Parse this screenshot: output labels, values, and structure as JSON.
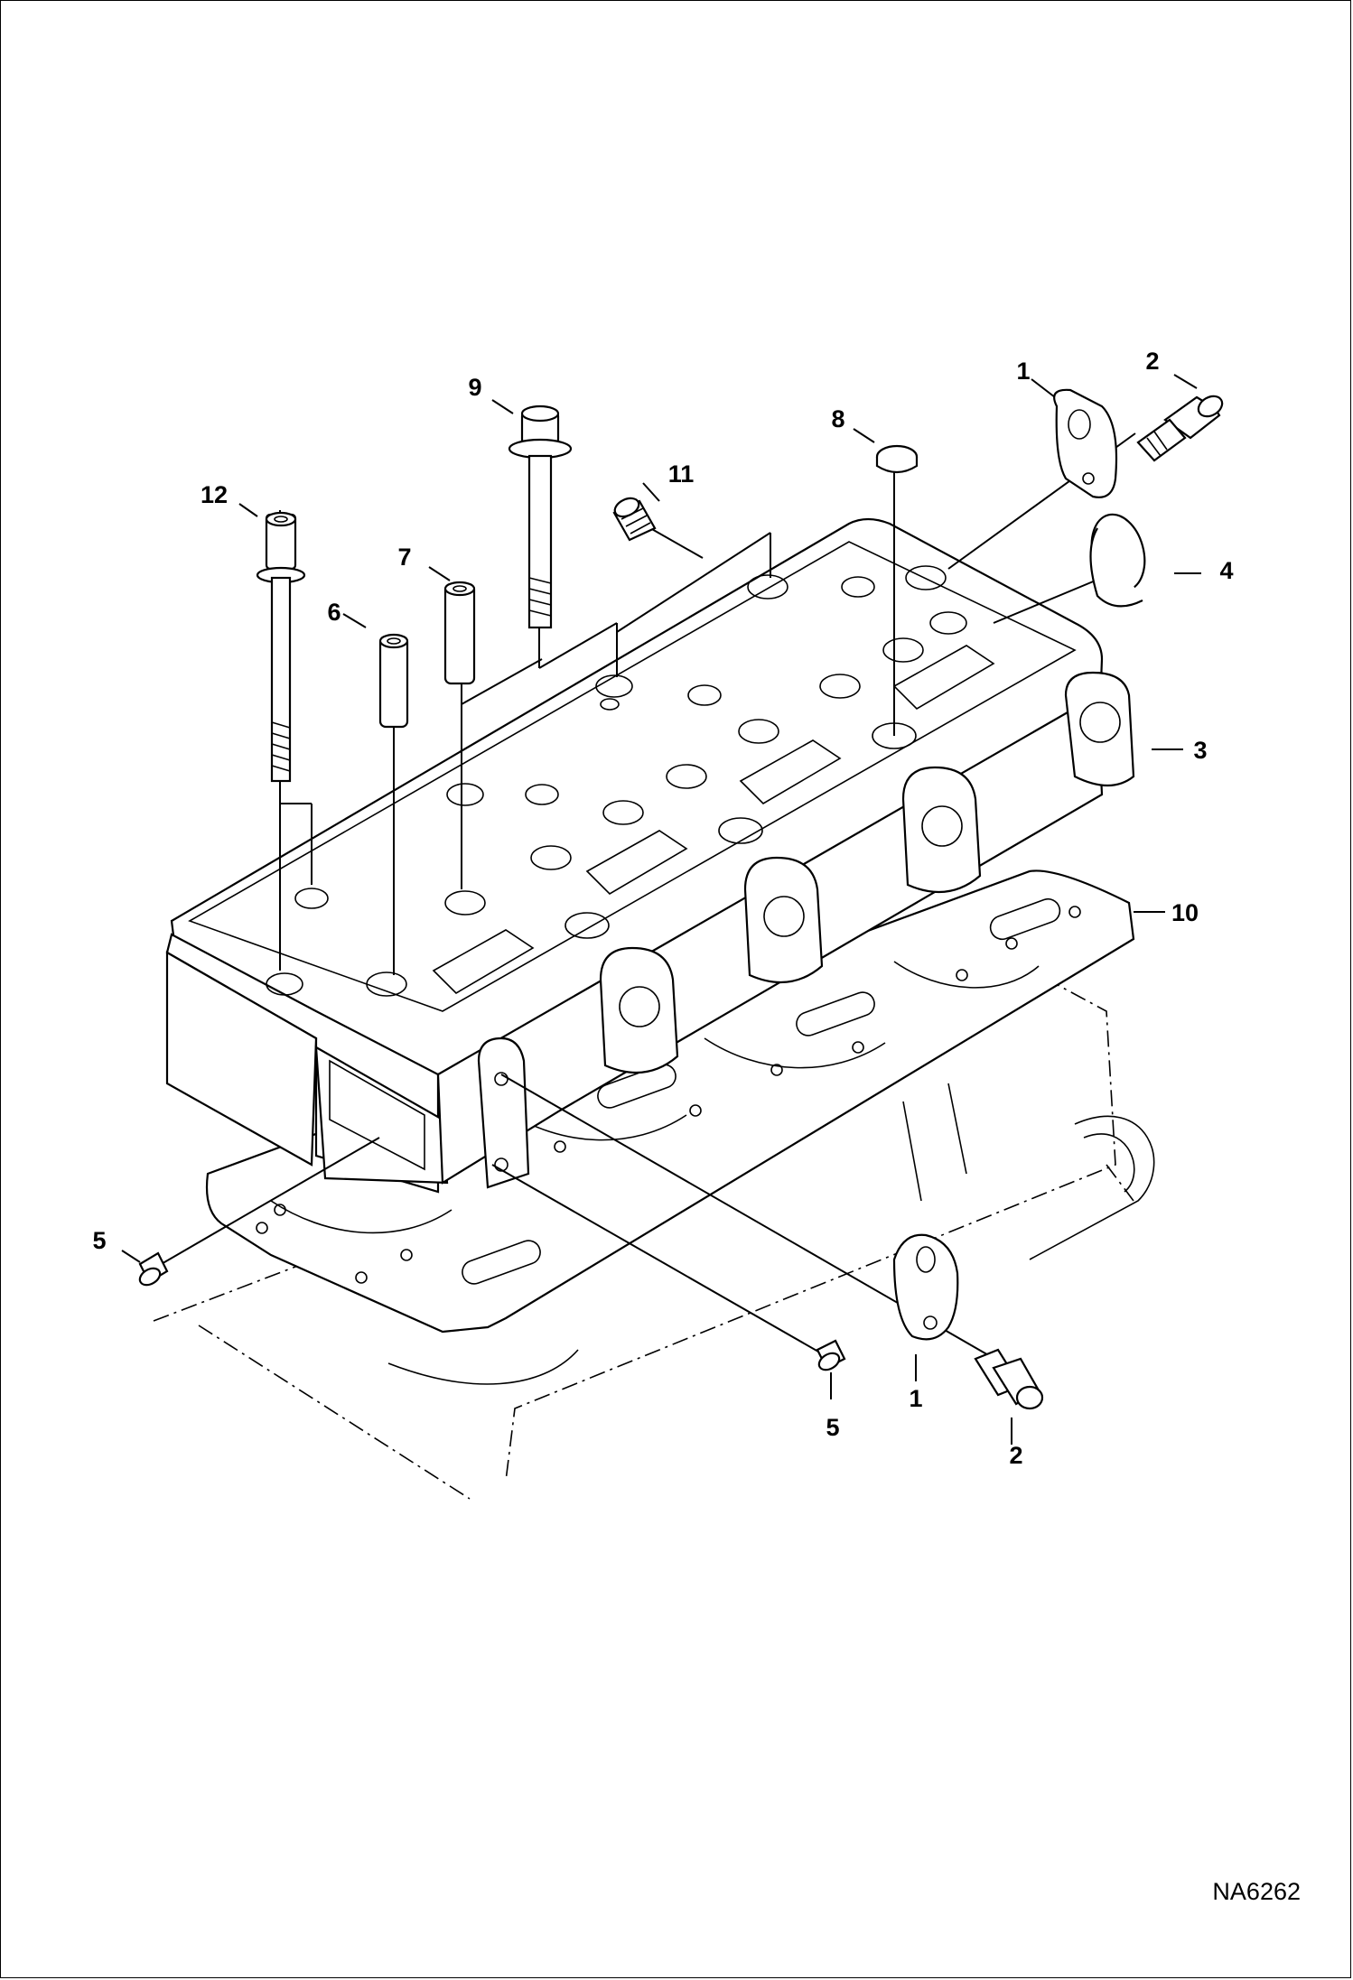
{
  "diagram": {
    "figure_id": "NA6262",
    "callouts": [
      {
        "id": "c1a",
        "label": "1"
      },
      {
        "id": "c2a",
        "label": "2"
      },
      {
        "id": "c3",
        "label": "3"
      },
      {
        "id": "c4",
        "label": "4"
      },
      {
        "id": "c5a",
        "label": "5"
      },
      {
        "id": "c5b",
        "label": "5"
      },
      {
        "id": "c6",
        "label": "6"
      },
      {
        "id": "c7",
        "label": "7"
      },
      {
        "id": "c8",
        "label": "8"
      },
      {
        "id": "c9",
        "label": "9"
      },
      {
        "id": "c10",
        "label": "10"
      },
      {
        "id": "c11",
        "label": "11"
      },
      {
        "id": "c12",
        "label": "12"
      },
      {
        "id": "c1b",
        "label": "1"
      },
      {
        "id": "c2b",
        "label": "2"
      }
    ]
  }
}
